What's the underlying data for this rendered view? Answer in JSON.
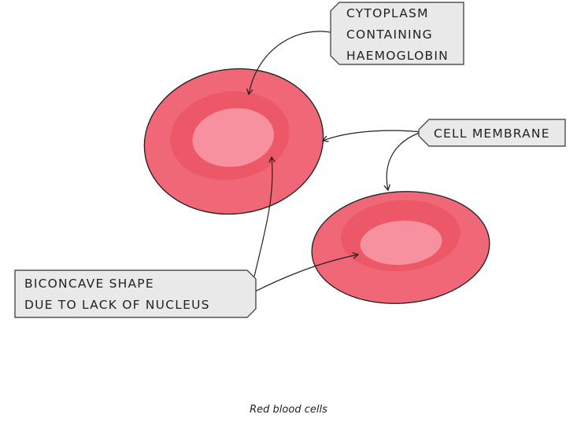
{
  "labels": {
    "cytoplasm": [
      "CYTOPLASM",
      "CONTAINING",
      "HAEMOGLOBIN"
    ],
    "membrane": [
      "CELL  MEMBRANE"
    ],
    "shape": [
      "BICONCAVE  SHAPE",
      "DUE  TO  LACK  OF  NUCLEUS"
    ]
  },
  "caption": "Red blood cells",
  "colors": {
    "cell_outer": "#f06777",
    "cell_ring": "#ec5868",
    "cell_center": "#f7919f",
    "cell_outline": "#1e1e1e",
    "tag_fill": "#e9e9e9",
    "tag_outline": "#333333",
    "arrow": "#222222"
  }
}
